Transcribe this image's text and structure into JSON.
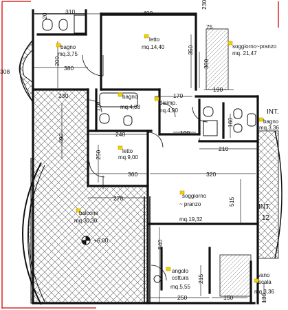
{
  "colors": {
    "border": "#d40000",
    "tag": "#f6d200",
    "wall": "#111111"
  },
  "rooms": [
    {
      "name": "letto",
      "area": "mq.14,40"
    },
    {
      "name": "soggiorno~pranzo",
      "area": "mq. 21,47"
    },
    {
      "name": "bagno",
      "area": "mq.3,75"
    },
    {
      "name": "bagno",
      "area": "mq.4,08"
    },
    {
      "name": "disimp.",
      "area": "mq.4,00"
    },
    {
      "name": "bagno",
      "area": "mq.3,36"
    },
    {
      "name": "letto",
      "area": "mq.9,00"
    },
    {
      "name": "soggiorno",
      "name2": "~ pranzo",
      "area": "mq.19,32"
    },
    {
      "name": "balcone",
      "area": "mq.30,30"
    },
    {
      "name": "angolo",
      "name2": "cottura",
      "area": "mq.5,55"
    },
    {
      "name": "vano",
      "name2": "scala",
      "area": "mq.3,36"
    }
  ],
  "labels": {
    "int_top": "INT.",
    "int_mid": "INT.",
    "int_mid_num": "12",
    "elevation": "+6.00"
  },
  "dims": {
    "d310": "310",
    "d400": "400",
    "d230a": "230",
    "d75": "75",
    "d20": "20",
    "d200": "200",
    "d380": "380",
    "d308": "308",
    "d230b": "230",
    "d350": "350",
    "d300": "300",
    "d190": "190",
    "d170a": "170",
    "d170b": "170",
    "d240": "240",
    "d100": "100",
    "d160": "160",
    "d210": "210",
    "d490": "490",
    "d250a": "250",
    "d360": "360",
    "d320": "320",
    "d278": "278",
    "d515": "515",
    "d540": "540",
    "d215": "215",
    "d250b": "250",
    "d150": "150",
    "d130": "130"
  }
}
